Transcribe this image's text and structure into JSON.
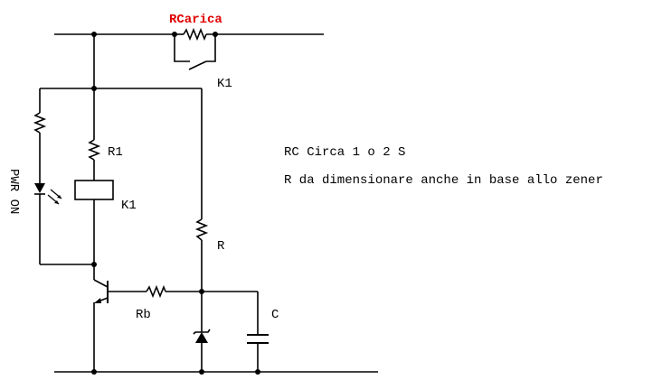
{
  "diagram": {
    "type": "circuit-schematic",
    "colors": {
      "wire": "#000000",
      "highlight_label": "#e00000",
      "background": "#ffffff"
    },
    "labels": {
      "rcarica": "RCarica",
      "k1_contact": "K1",
      "r1": "R1",
      "k1_coil": "K1",
      "led": "PWR ON",
      "r": "R",
      "rb": "Rb",
      "c": "C"
    },
    "notes": [
      "RC Circa 1 o 2 S",
      "R da dimensionare anche in base allo zener"
    ],
    "components": [
      {
        "id": "RCarica",
        "kind": "resistor",
        "bypassed_by": "K1 contact"
      },
      {
        "id": "K1-contact",
        "kind": "relay-contact-NO"
      },
      {
        "id": "LED-R",
        "kind": "resistor"
      },
      {
        "id": "PWR-ON",
        "kind": "led"
      },
      {
        "id": "R1",
        "kind": "resistor"
      },
      {
        "id": "K1",
        "kind": "relay-coil"
      },
      {
        "id": "Q",
        "kind": "npn-transistor"
      },
      {
        "id": "Rb",
        "kind": "resistor"
      },
      {
        "id": "R",
        "kind": "resistor"
      },
      {
        "id": "Z",
        "kind": "zener-diode"
      },
      {
        "id": "C",
        "kind": "capacitor"
      }
    ]
  }
}
